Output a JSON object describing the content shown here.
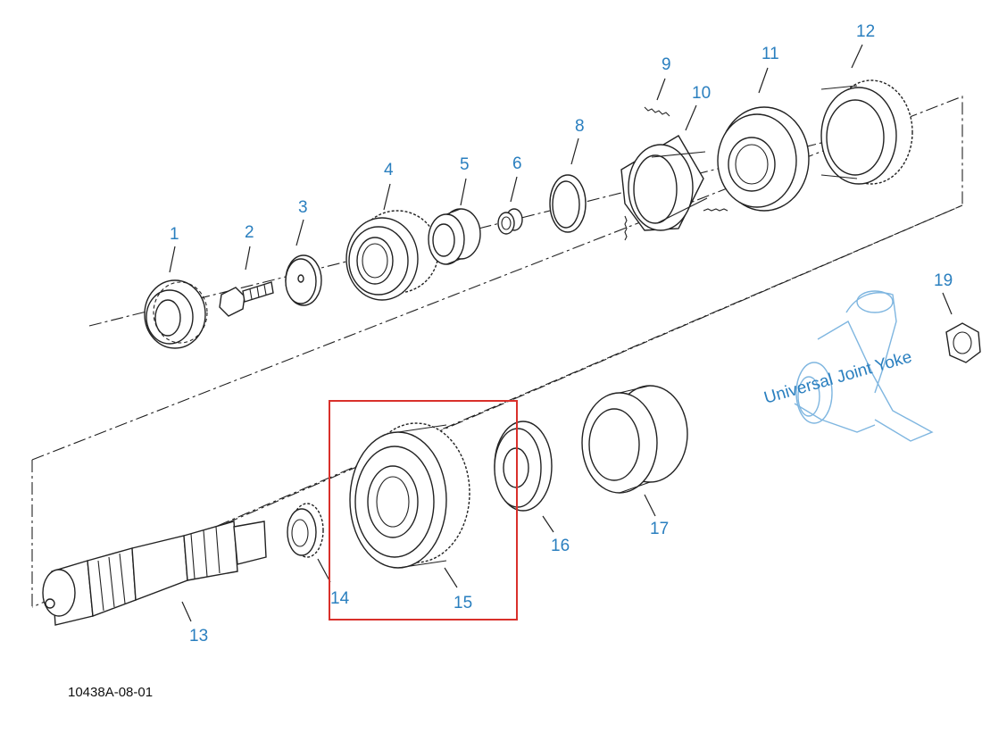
{
  "figure_id": "10438A-08-01",
  "annotation": "Universal Joint Yoke",
  "highlight_color": "#d9302b",
  "label_color": "#2a7fbf",
  "callouts": [
    "1",
    "2",
    "3",
    "4",
    "5",
    "6",
    "8",
    "9",
    "10",
    "11",
    "12",
    "13",
    "14",
    "15",
    "16",
    "17",
    "19"
  ]
}
